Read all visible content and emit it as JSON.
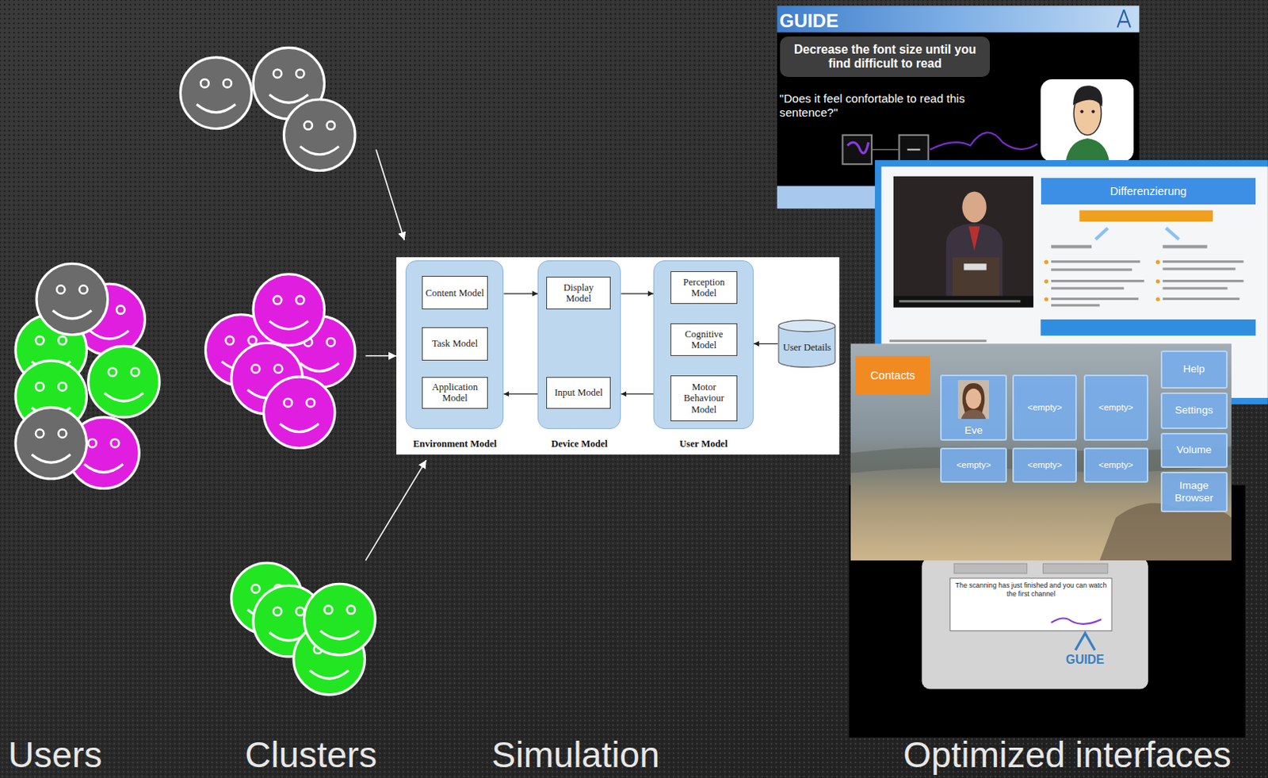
{
  "diagram": {
    "nodes": [
      {
        "text": [
          "Environment Model"
        ]
      },
      {
        "text": [
          "Content Model"
        ],
        "in": 0
      },
      {
        "text": [
          "Task Model"
        ],
        "in": 0
      },
      {
        "text": [
          "Application Model"
        ],
        "in": 0
      },
      {
        "text": [
          "Device Model"
        ]
      },
      {
        "text": [
          "Display Model"
        ],
        "in": 4
      },
      {
        "text": [
          "Input Model"
        ],
        "in": 4
      },
      {
        "text": [
          "User Model"
        ]
      },
      {
        "text": [
          "Perception Model"
        ],
        "in": 7
      },
      {
        "text": [
          "Cognitive Model"
        ],
        "in": 7
      },
      {
        "text": [
          "Motor Behaviour Model"
        ],
        "in": 7
      },
      {
        "text": [
          "User Details"
        ]
      },
      {
        "text": [
          "Decrease the font size until you find difficult to read"
        ]
      },
      {
        "text": [
          "Differenzierung"
        ]
      },
      {
        "text": [
          "Contacts"
        ]
      },
      {
        "text": [
          "Eve"
        ]
      },
      {
        "text": [
          "<empty>"
        ]
      },
      {
        "text": [
          "<empty>"
        ]
      },
      {
        "text": [
          "Help"
        ]
      },
      {
        "text": [
          "Settings"
        ]
      },
      {
        "text": [
          "<empty>"
        ]
      },
      {
        "text": [
          "<empty>"
        ]
      },
      {
        "text": [
          "<empty>"
        ]
      },
      {
        "text": [
          "Volume"
        ]
      },
      {
        "text": [
          "Image Browser"
        ]
      }
    ],
    "edges": [
      {
        "from": 1,
        "to": 2,
        "arrow": "both"
      },
      {
        "from": 2,
        "to": 3,
        "arrow": "both"
      },
      {
        "from": 8,
        "to": 9,
        "arrow": "both"
      },
      {
        "from": 9,
        "to": 10,
        "arrow": "both"
      },
      {
        "from": 0,
        "to": 4,
        "arrow": "to"
      },
      {
        "from": 4,
        "to": 7,
        "arrow": "to"
      },
      {
        "from": 7,
        "to": 4,
        "arrow": "to"
      },
      {
        "from": 4,
        "to": 0,
        "arrow": "to"
      },
      {
        "from": 11,
        "to": 7,
        "arrow": "to"
      }
    ],
    "labels": [
      "GUIDE",
      "\"Does it feel confortable to read this sentence?\"",
      "The scanning has just finished and you can watch the first channel",
      "GUIDE",
      "Users",
      "Clusters",
      "Simulation",
      "Optimized interfaces"
    ]
  }
}
